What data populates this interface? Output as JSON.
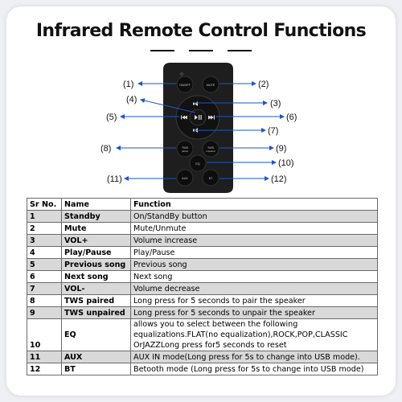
{
  "title": "Infrared Remote Control Functions",
  "remote": {
    "buttons": {
      "onoff": "ON/OFF",
      "mute": "MUTE",
      "tws_left": "TWS",
      "tws_left_sub": "paired",
      "tws_right": "TWS",
      "tws_right_sub": "unpaired",
      "eq": "EQ",
      "aux": "AUX",
      "bt": "BT"
    },
    "callouts": {
      "c1": "(1)",
      "c2": "(2)",
      "c3": "(3)",
      "c4": "(4)",
      "c5": "(5)",
      "c6": "(6)",
      "c7": "(7)",
      "c8": "(8)",
      "c9": "(9)",
      "c10": "(10)",
      "c11": "(11)",
      "c12": "(12)"
    }
  },
  "table": {
    "headers": [
      "Sr No.",
      "Name",
      "Function"
    ],
    "rows": [
      {
        "no": "1",
        "name": "Standby",
        "func": "On/StandBy button"
      },
      {
        "no": "2",
        "name": "Mute",
        "func": "Mute/Unmute"
      },
      {
        "no": "3",
        "name": "VOL+",
        "func": "Volume increase"
      },
      {
        "no": "4",
        "name": "Play/Pause",
        "func": "Play/Pause"
      },
      {
        "no": "5",
        "name": "Previous song",
        "func": "Previous song"
      },
      {
        "no": "6",
        "name": "Next song",
        "func": "Next song"
      },
      {
        "no": "7",
        "name": "VOL-",
        "func": "Volume decrease"
      },
      {
        "no": "8",
        "name": "TWS paired",
        "func": "Long press for 5 seconds to pair the speaker"
      },
      {
        "no": "9",
        "name": "TWS unpaired",
        "func": "Long press for 5 seconds to unpair the speaker"
      },
      {
        "no": "10",
        "name": "EQ",
        "func_lines": [
          "allows you to select between the following",
          "equalizations.FLAT(no equalization),ROCK,POP,CLASSIC",
          "OrJAZZLong press for5 seconds to reset"
        ]
      },
      {
        "no": "11",
        "name": "AUX",
        "func": "AUX IN mode(Long press for 5s to change into USB mode)."
      },
      {
        "no": "12",
        "name": "BT",
        "func": "Betooth mode (Long press for 5s to change into USB mode)"
      }
    ]
  }
}
